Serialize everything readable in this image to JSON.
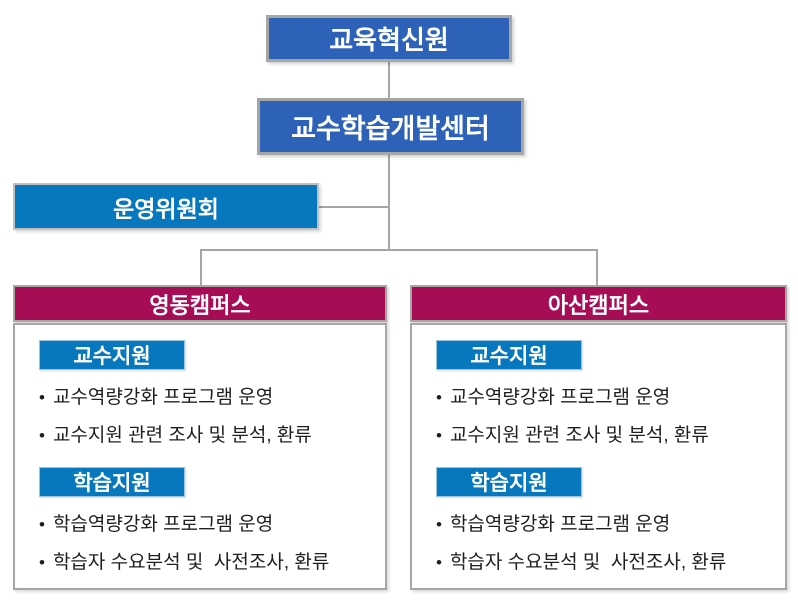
{
  "glyphs": {
    "bullet": "•"
  },
  "colors": {
    "royal_blue": "#2e61b8",
    "bright_blue": "#0878be",
    "crimson": "#a60d55",
    "line_gray": "#a6a6a6",
    "text_white": "#ffffff",
    "text_black": "#1f1f1f"
  },
  "org_chart": {
    "root": {
      "label": "교육혁신원"
    },
    "center": {
      "label": "교수학습개발센터"
    },
    "committee": {
      "label": "운영위원회"
    },
    "campuses": [
      {
        "name": "영동캠퍼스",
        "sections": [
          {
            "title": "교수지원",
            "items": [
              "교수역량강화 프로그램 운영",
              "교수지원 관련 조사 및 분석, 환류"
            ]
          },
          {
            "title": "학습지원",
            "items": [
              "학습역량강화 프로그램 운영",
              "학습자 수요분석 및  사전조사, 환류"
            ]
          }
        ]
      },
      {
        "name": "아산캠퍼스",
        "sections": [
          {
            "title": "교수지원",
            "items": [
              "교수역량강화 프로그램 운영",
              "교수지원 관련 조사 및 분석, 환류"
            ]
          },
          {
            "title": "학습지원",
            "items": [
              "학습역량강화 프로그램 운영",
              "학습자 수요분석 및  사전조사, 환류"
            ]
          }
        ]
      }
    ]
  }
}
